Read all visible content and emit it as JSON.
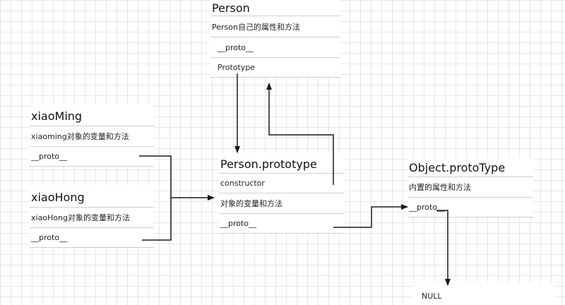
{
  "person": {
    "title": "Person",
    "props": "Person自己的属性和方法",
    "proto": "__proto__",
    "prototype": "Prototype"
  },
  "xiaoming": {
    "title": "xiaoMing",
    "props": "xiaoming对象的变量和方法",
    "proto": "__proto__"
  },
  "xiaohong": {
    "title": "xiaoHong",
    "props": "xiaoHong对象的变量和方法",
    "proto": "__proto__"
  },
  "person_prototype": {
    "title": "Person.prototype",
    "constructor": "constructor",
    "props": "对象的变量和方法",
    "proto": "__proto__"
  },
  "object_prototype": {
    "title": "Object.protoType",
    "props": "内置的属性和方法",
    "proto": "__proto__"
  },
  "null_label": "NULL",
  "colors": {
    "grid": "#e6e6e6",
    "line": "#1a1a1a",
    "divider": "#cfcfcf"
  }
}
